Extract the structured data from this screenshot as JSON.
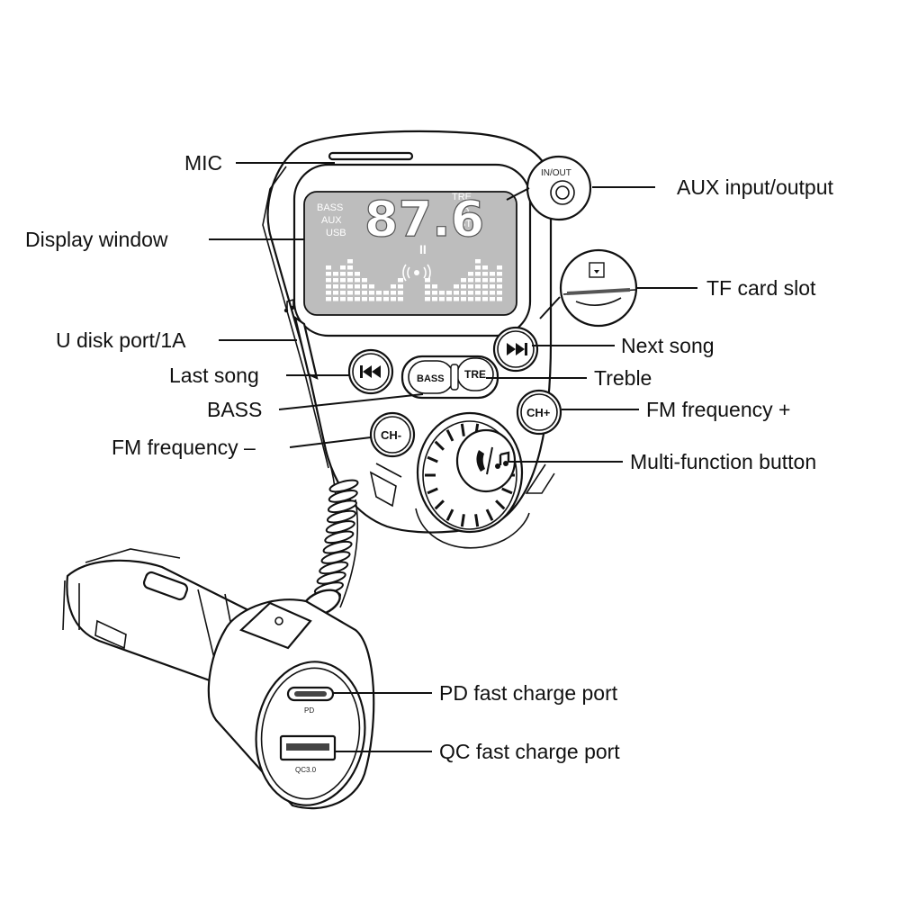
{
  "labels": {
    "mic": "MIC",
    "aux": "AUX input/output",
    "display": "Display window",
    "tf": "TF card slot",
    "udisk": "U disk port/1A",
    "next": "Next song",
    "last": "Last song",
    "treble": "Treble",
    "bass": "BASS",
    "fm_plus": "FM frequency +",
    "fm_minus": "FM frequency –",
    "multi": "Multi-function button",
    "pd": "PD fast charge port",
    "qc": "QC fast charge port"
  },
  "lcd": {
    "frequency": "87.6",
    "left_modes": [
      "BASS",
      "AUX",
      "USB"
    ],
    "right_modes": [
      "TRE",
      "SD",
      "BT"
    ],
    "play_state": "II"
  },
  "buttons": {
    "bass": "BASS",
    "tre": "TRE",
    "ch_minus": "CH-",
    "ch_plus": "CH+"
  },
  "jack_label": "IN/OUT",
  "port_marks": {
    "pd": "PD",
    "qc": "QC3.0"
  },
  "icons": {
    "prev": "previous-track-icon",
    "next": "next-track-icon",
    "phone_music": "phone-music-icon",
    "signal": "broadcast-icon",
    "music_note": "music-note-icon",
    "sd_card": "sd-card-icon"
  },
  "colors": {
    "line": "#111111",
    "lcd_bg": "#bdbdbd",
    "lcd_bars": "#ffffff"
  }
}
